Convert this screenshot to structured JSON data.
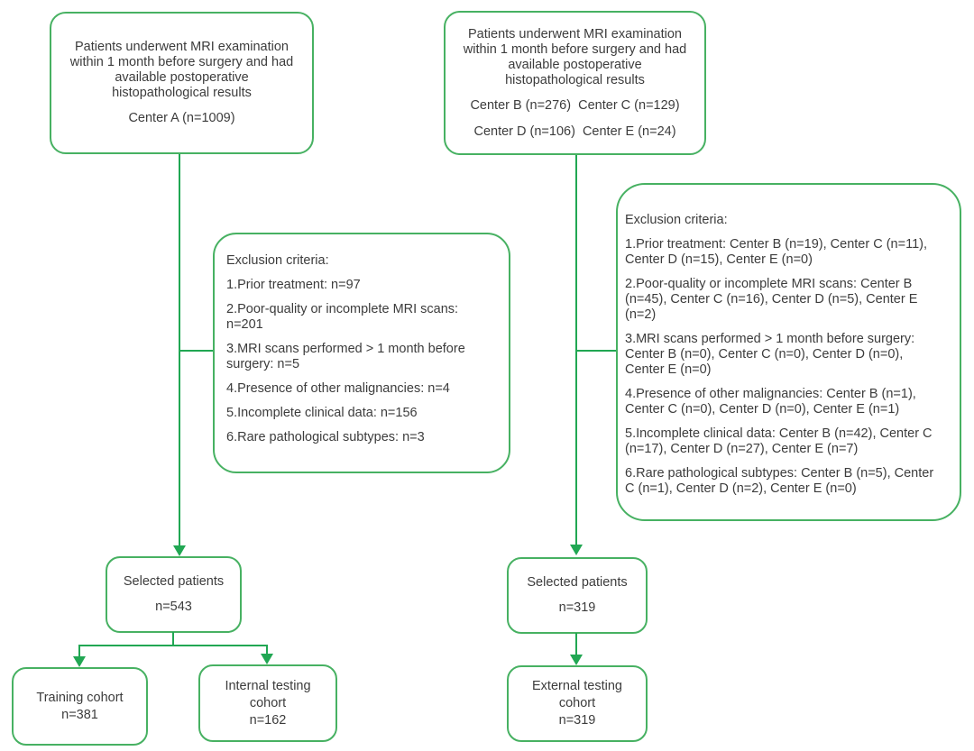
{
  "colors": {
    "border_green": "#47b162",
    "line_green": "#21a753",
    "text": "#3c3c3c"
  },
  "left_flow": {
    "source": {
      "body": "Patients underwent MRI examination\nwithin 1 month before surgery and had\navailable postoperative\nhistopathological results",
      "center_line": "Center A (n=1009)"
    },
    "exclusion": {
      "title": "Exclusion criteria:",
      "items": [
        "1.Prior treatment: n=97",
        "2.Poor-quality or incomplete MRI scans:\nn=201",
        "3.MRI scans performed > 1 month before\nsurgery: n=5",
        "4.Presence of other malignancies: n=4",
        "5.Incomplete clinical data: n=156",
        "6.Rare pathological subtypes: n=3"
      ]
    },
    "selected": {
      "label": "Selected patients",
      "count": "n=543"
    },
    "training": {
      "label": "Training cohort",
      "count": "n=381"
    },
    "internal_testing": {
      "label": "Internal testing\ncohort",
      "count": "n=162"
    }
  },
  "right_flow": {
    "source": {
      "body": "Patients underwent MRI examination\nwithin 1 month before surgery and had\navailable postoperative\nhistopathological results",
      "center_line1": "Center B (n=276)  Center C (n=129)",
      "center_line2": "Center D (n=106)  Center E (n=24)"
    },
    "exclusion": {
      "title": "Exclusion criteria:",
      "items": [
        "1.Prior treatment: Center B (n=19), Center C (n=11),\nCenter D (n=15), Center E (n=0)",
        "2.Poor-quality or incomplete MRI scans: Center B\n(n=45), Center C (n=16), Center D (n=5), Center E\n(n=2)",
        "3.MRI scans performed > 1 month before surgery:\nCenter B (n=0), Center C (n=0), Center D (n=0),\nCenter E (n=0)",
        "4.Presence of other malignancies: Center B (n=1),\nCenter C (n=0), Center D (n=0), Center E (n=1)",
        "5.Incomplete clinical data: Center B (n=42), Center C\n(n=17), Center D (n=27), Center E (n=7)",
        "6.Rare pathological subtypes: Center B (n=5), Center\nC (n=1), Center D (n=2), Center E (n=0)"
      ]
    },
    "selected": {
      "label": "Selected patients",
      "count": "n=319"
    },
    "external_testing": {
      "label": "External testing\ncohort",
      "count": "n=319"
    }
  }
}
